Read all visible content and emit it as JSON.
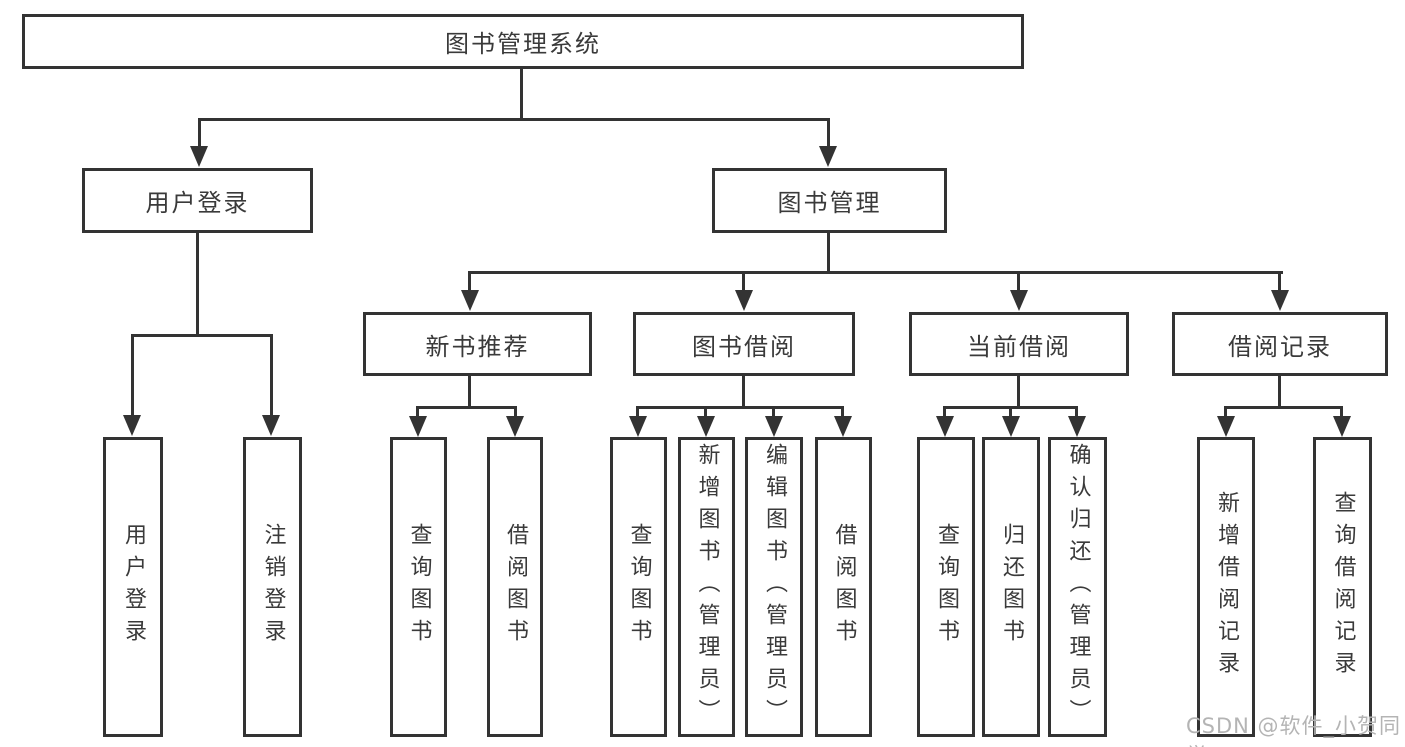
{
  "diagram": {
    "title": "图书管理系统",
    "nodes": {
      "root": "图书管理系统",
      "user_login": "用户登录",
      "book_mgmt": "图书管理",
      "new_book": "新书推荐",
      "book_borrow": "图书借阅",
      "current_borrow": "当前借阅",
      "borrow_record": "借阅记录"
    },
    "leaves": {
      "user_login": [
        "用户登录",
        "注销登录"
      ],
      "new_book": [
        "查询图书",
        "借阅图书"
      ],
      "book_borrow": [
        "查询图书",
        "新增图书（管理员）",
        "编辑图书（管理员）",
        "借阅图书"
      ],
      "current_borrow": [
        "查询图书",
        "归还图书",
        "确认归还（管理员）"
      ],
      "borrow_record": [
        "新增借阅记录",
        "查询借阅记录"
      ]
    }
  },
  "watermark": "CSDN @软件_小贺同学",
  "colors": {
    "line": "#333333",
    "text": "#3a3a3a",
    "watermark": "#b4b4b4",
    "background": "#ffffff"
  }
}
